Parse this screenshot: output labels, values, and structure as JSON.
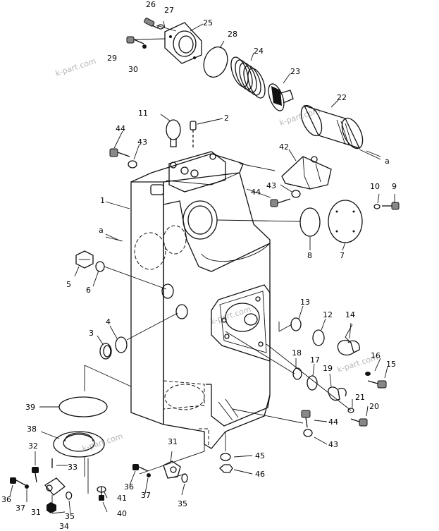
{
  "watermarks": [
    "k-part.com",
    "k-part.com",
    "k-part.com",
    "k-part.com",
    "k-part.com"
  ],
  "callouts": {
    "c1": "1",
    "c2": "2",
    "c3": "3",
    "c4": "4",
    "c5": "5",
    "c6": "6",
    "c7": "7",
    "c8": "8",
    "c9": "9",
    "c10": "10",
    "c11": "11",
    "c12": "12",
    "c13": "13",
    "c14": "14",
    "c15": "15",
    "c16": "16",
    "c17": "17",
    "c18": "18",
    "c19": "19",
    "c20": "20",
    "c21": "21",
    "c22": "22",
    "c23": "23",
    "c24": "24",
    "c25": "25",
    "c26": "26",
    "c27": "27",
    "c28": "28",
    "c29": "29",
    "c30": "30",
    "c31a": "31",
    "c31b": "31",
    "c32": "32",
    "c33": "33",
    "c34": "34",
    "c35a": "35",
    "c35b": "35",
    "c36a": "36",
    "c36b": "36",
    "c37a": "37",
    "c37b": "37",
    "c38": "38",
    "c39": "39",
    "c40": "40",
    "c41": "41",
    "c42": "42",
    "c43a": "43",
    "c43b": "43",
    "c43c": "43",
    "c44a": "44",
    "c44b": "44",
    "c44c": "44",
    "c45": "45",
    "c46": "46",
    "ref_a1": "a",
    "ref_a2": "a"
  }
}
